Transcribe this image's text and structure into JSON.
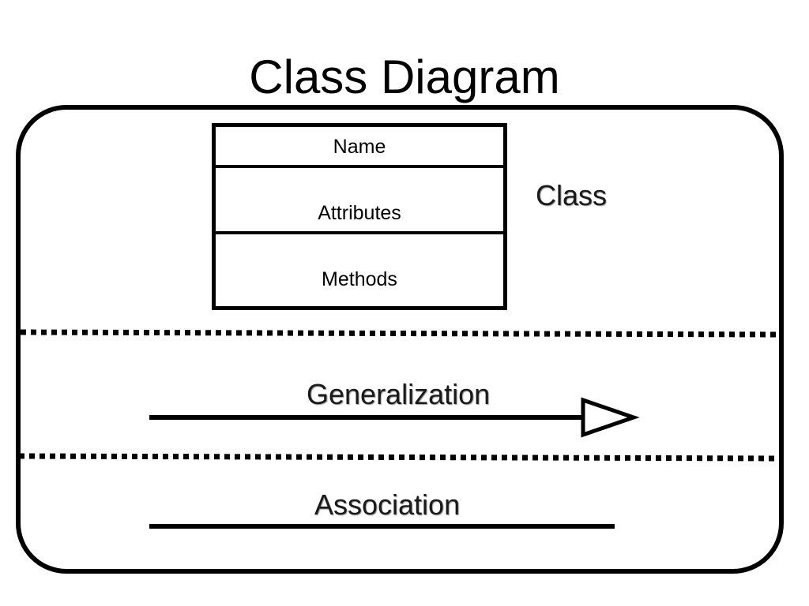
{
  "title": "Class Diagram",
  "class_box": {
    "name": "Name",
    "attributes": "Attributes",
    "methods": "Methods"
  },
  "class_label": "Class",
  "relationships": {
    "generalization": "Generalization",
    "association": "Association"
  }
}
